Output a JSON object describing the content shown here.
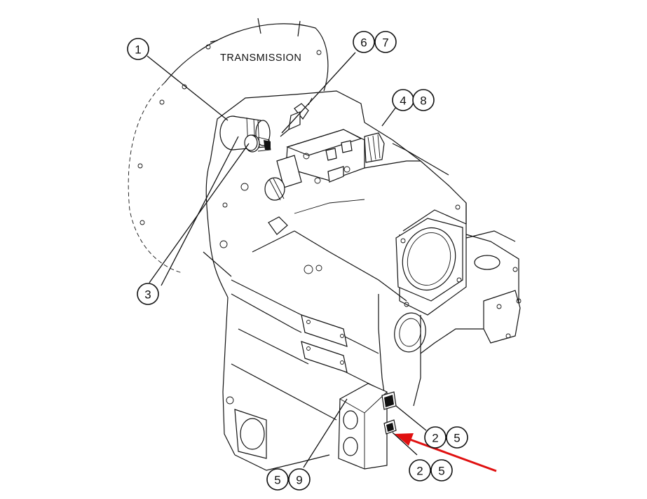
{
  "diagram": {
    "labels": {
      "transmission": "TRANSMISSION"
    },
    "callouts": {
      "c1": "1",
      "c3": "3",
      "c6": "6",
      "c7": "7",
      "c4": "4",
      "c8": "8",
      "c2a": "2",
      "c5a": "5",
      "c2b": "2",
      "c5b": "5",
      "c5c": "5",
      "c9": "9"
    },
    "arrow_color": "#e01010",
    "line_color": "#111111"
  }
}
